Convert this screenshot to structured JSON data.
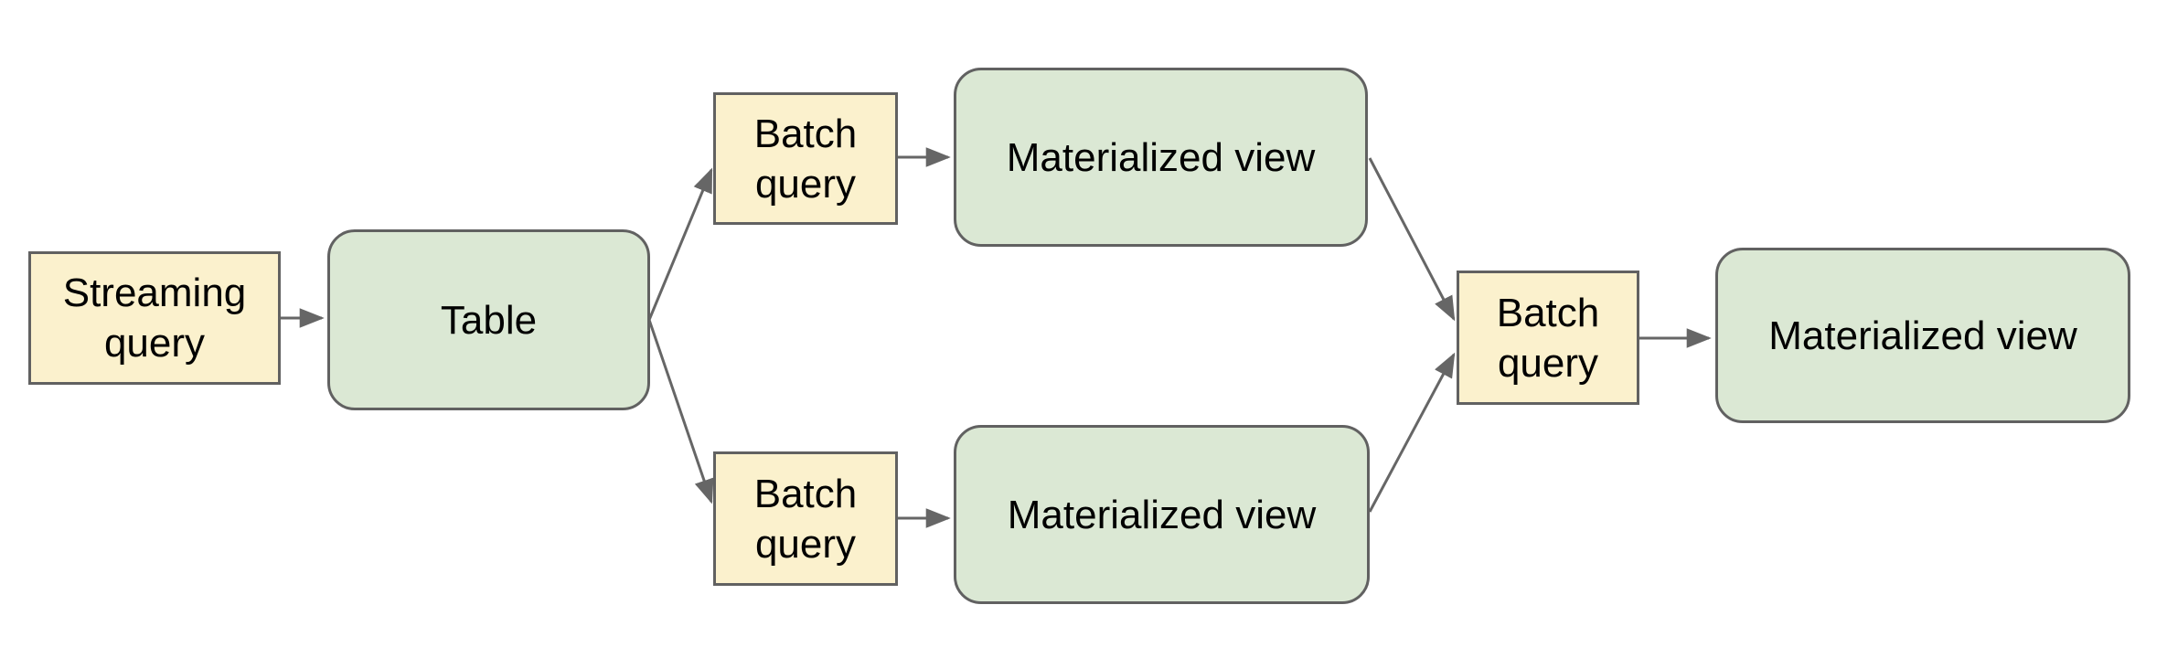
{
  "diagram": {
    "type": "flowchart",
    "background": "#ffffff",
    "colors": {
      "query_node_fill": "#FBF1CD",
      "view_node_fill": "#DBE8D4",
      "node_border": "#616161",
      "arrow": "#666666",
      "text": "#000000"
    },
    "nodes": [
      {
        "id": "streaming-query",
        "label": "Streaming query",
        "kind": "query"
      },
      {
        "id": "table",
        "label": "Table",
        "kind": "view"
      },
      {
        "id": "batch-query-top",
        "label": "Batch query",
        "kind": "query"
      },
      {
        "id": "materialized-view-top",
        "label": "Materialized view",
        "kind": "view"
      },
      {
        "id": "batch-query-bottom",
        "label": "Batch query",
        "kind": "query"
      },
      {
        "id": "materialized-view-bottom",
        "label": "Materialized view",
        "kind": "view"
      },
      {
        "id": "batch-query-final",
        "label": "Batch query",
        "kind": "query"
      },
      {
        "id": "materialized-view-final",
        "label": "Materialized view",
        "kind": "view"
      }
    ],
    "edges": [
      {
        "from": "streaming-query",
        "to": "table"
      },
      {
        "from": "table",
        "to": "batch-query-top"
      },
      {
        "from": "table",
        "to": "batch-query-bottom"
      },
      {
        "from": "batch-query-top",
        "to": "materialized-view-top"
      },
      {
        "from": "batch-query-bottom",
        "to": "materialized-view-bottom"
      },
      {
        "from": "materialized-view-top",
        "to": "batch-query-final"
      },
      {
        "from": "materialized-view-bottom",
        "to": "batch-query-final"
      },
      {
        "from": "batch-query-final",
        "to": "materialized-view-final"
      }
    ]
  }
}
